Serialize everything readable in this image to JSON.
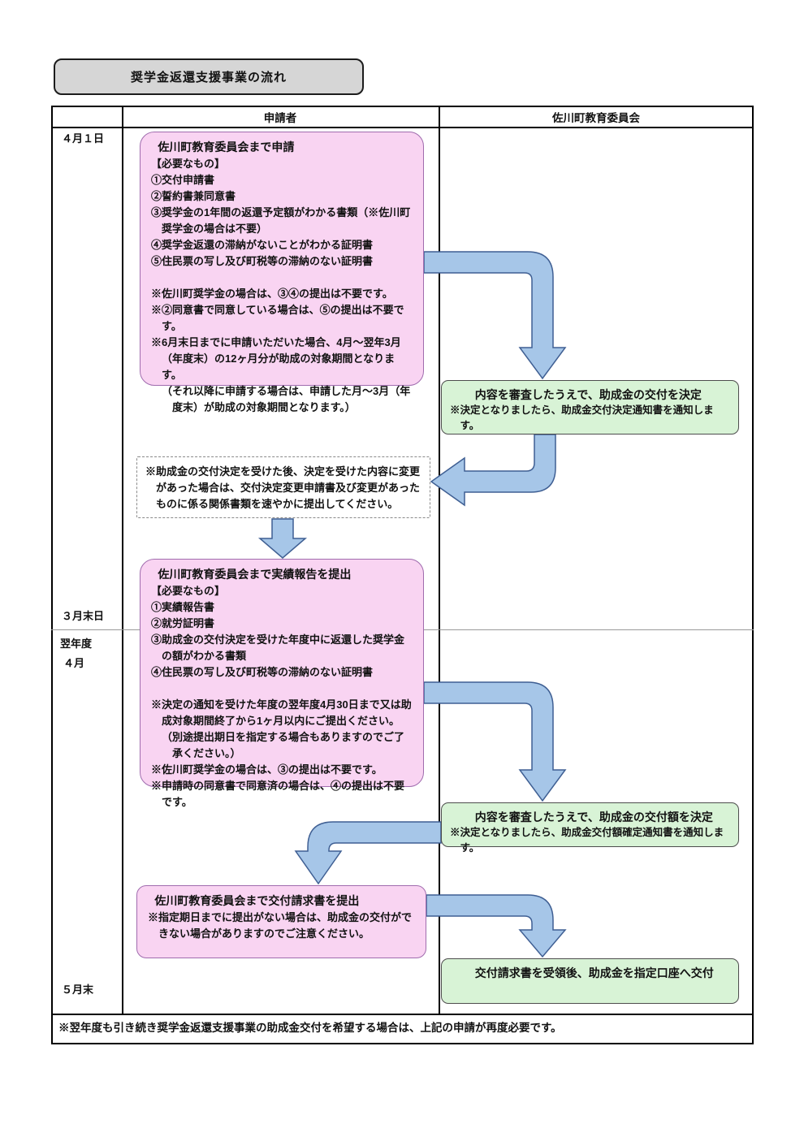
{
  "page": {
    "title": "奨学金返還支援事業の流れ"
  },
  "colors": {
    "pink": "#f9d4f2",
    "pink_border": "#a06cae",
    "green": "#d8f3d6",
    "green_border": "#4d4d4d",
    "arrow": "#a6c6e8",
    "arrow_border": "#3f5f93",
    "title_bg": "#d6d6d6"
  },
  "table": {
    "col_applicant": "申請者",
    "col_board": "佐川町教育委員会"
  },
  "timeline": {
    "apr1": "４月１日",
    "mar_end": "３月末日",
    "next_year": "翌年度",
    "next_year_apr": "４月",
    "may_end": "５月末"
  },
  "boxes": {
    "apply": {
      "title": "佐川町教育委員会まで申請",
      "lines": [
        "【必要なもの】",
        "①交付申請書",
        "②誓約書兼同意書",
        "③奨学金の1年間の返還予定額がわかる書類（※佐川町奨学金の場合は不要）",
        "④奨学金返還の滞納がないことがわかる証明書",
        "⑤住民票の写し及び町税等の滞納のない証明書",
        "",
        "※佐川町奨学金の場合は、③④の提出は不要です。",
        "※②同意書で同意している場合は、⑤の提出は不要です。",
        "※6月末日までに申請いただいた場合、4月～翌年3月（年度末）の12ヶ月分が助成の対象期間となります。",
        "（それ以降に申請する場合は、申請した月～3月（年度末）が助成の対象期間となります。）"
      ]
    },
    "decision1": {
      "title": "内容を審査したうえで、助成金の交付を決定",
      "note": "※決定となりましたら、助成金交付決定通知書を通知します。"
    },
    "change_note": {
      "text": "※助成金の交付決定を受けた後、決定を受けた内容に変更があった場合は、交付決定変更申請書及び変更があったものに係る関係書類を速やかに提出してください。"
    },
    "report": {
      "title": "佐川町教育委員会まで実績報告を提出",
      "lines": [
        "【必要なもの】",
        "①実績報告書",
        "②就労証明書",
        "③助成金の交付決定を受けた年度中に返還した奨学金の額がわかる書類",
        "④住民票の写し及び町税等の滞納のない証明書",
        "",
        "※決定の通知を受けた年度の翌年度4月30日まで又は助成対象期間終了から1ヶ月以内にご提出ください。",
        "（別途提出期日を指定する場合もありますのでご了承ください。）",
        "※佐川町奨学金の場合は、③の提出は不要です。",
        "※申請時の同意書で同意済の場合は、④の提出は不要です。"
      ]
    },
    "decision2": {
      "title": "内容を審査したうえで、助成金の交付額を決定",
      "note": "※決定となりましたら、助成金交付額確定通知書を通知します。"
    },
    "request": {
      "title": "佐川町教育委員会まで交付請求書を提出",
      "note": "※指定期日までに提出がない場合は、助成金の交付ができない場合がありますのでご注意ください。"
    },
    "payment": {
      "title": "交付請求書を受領後、助成金を指定口座へ交付"
    }
  },
  "footer": {
    "note": "※翌年度も引き続き奨学金返還支援事業の助成金交付を希望する場合は、上記の申請が再度必要です。"
  }
}
